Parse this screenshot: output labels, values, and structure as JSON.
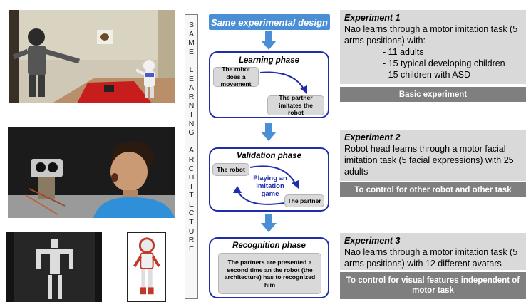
{
  "architecture_label": [
    "S",
    "A",
    "M",
    "E",
    "",
    "L",
    "E",
    "A",
    "R",
    "N",
    "I",
    "N",
    "G",
    "",
    "A",
    "R",
    "C",
    "H",
    "I",
    "T",
    "E",
    "C",
    "T",
    "U",
    "R",
    "E"
  ],
  "header": "Same experimental design",
  "learning": {
    "title": "Learning phase",
    "robot_box": "The robot does a movement",
    "partner_box": "The partner imitates the robot"
  },
  "validation": {
    "title": "Validation phase",
    "robot_box": "The robot",
    "game": "Playing an imitation game",
    "partner_box": "The partner"
  },
  "recognition": {
    "title": "Recognition phase",
    "box": "The partners are presented a second time an the robot (the architecture) has to recognized him"
  },
  "experiments": [
    {
      "title": "Experiment 1",
      "body": "Nao learns through a motor imitation task (5 arms positions) with:",
      "items": [
        "- 11 adults",
        "- 15 typical developing children",
        "- 15 children with ASD"
      ],
      "bar": "Basic experiment"
    },
    {
      "title": "Experiment 2",
      "body": "Robot head learns through a motor facial imitation task (5 facial expressions) with 25 adults",
      "items": [],
      "bar": "To control for other robot and other task"
    },
    {
      "title": "Experiment 3",
      "body": "Nao learns through a motor imitation task (5 arms positions) with 12 different avatars",
      "items": [],
      "bar": "To control for visual features independent of motor task"
    }
  ],
  "colors": {
    "accent_blue": "#4a8fd6",
    "phase_border": "#1f2dab",
    "gray_box": "#d9d9d9",
    "bar_gray": "#7f7f7f"
  }
}
